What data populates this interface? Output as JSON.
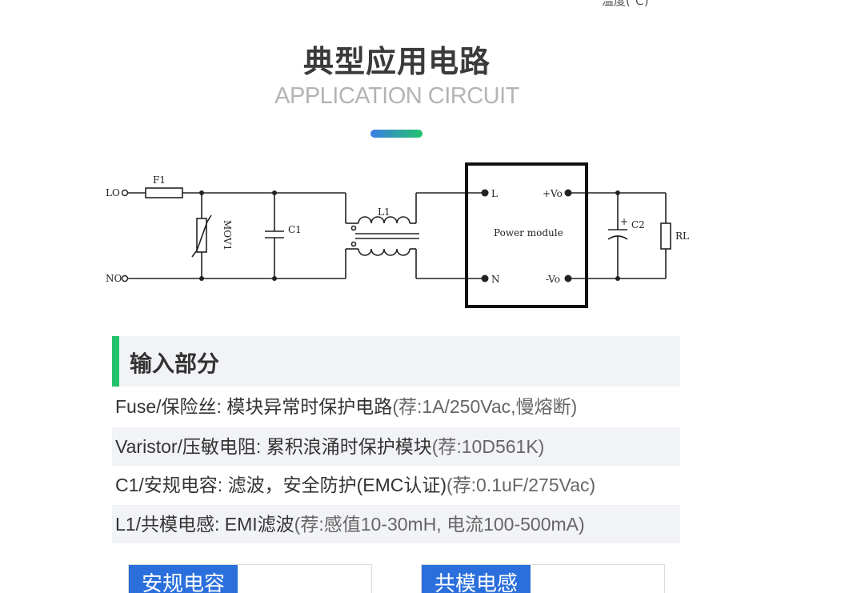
{
  "top_cut_text": "温度(℃)",
  "header": {
    "title": "典型应用电路",
    "subtitle": "APPLICATION CIRCUIT"
  },
  "circuit": {
    "labels": {
      "lo": "LO",
      "no": "NO",
      "f1": "F1",
      "mov1": "MOV1",
      "c1": "C1",
      "l1": "L1",
      "module_l": "L",
      "module_n": "N",
      "module_name": "Power module",
      "vo_plus": "+Vo",
      "vo_minus": "-Vo",
      "plus_sign": "+",
      "c2": "C2",
      "rl": "RL"
    }
  },
  "section": {
    "title": "输入部分",
    "rows": [
      {
        "main": "Fuse/保险丝: 模块异常时保护电路",
        "rec": "(荐:1A/250Vac,慢熔断)"
      },
      {
        "main": "Varistor/压敏电阻: 累积浪涌时保护模块",
        "rec": "(荐:10D561K)"
      },
      {
        "main": "C1/安规电容: 滤波，安全防护(EMC认证)",
        "rec": "(荐:0.1uF/275Vac)"
      },
      {
        "main": "L1/共模电感: EMI滤波",
        "rec": "(荐:感值10-30mH, 电流100-500mA)"
      }
    ]
  },
  "tags": {
    "left": "安规电容",
    "right": "共模电感"
  },
  "colors": {
    "accent_blue": "#3a7ee6",
    "accent_green": "#22c36b",
    "tag_blue": "#2b6fdc"
  }
}
